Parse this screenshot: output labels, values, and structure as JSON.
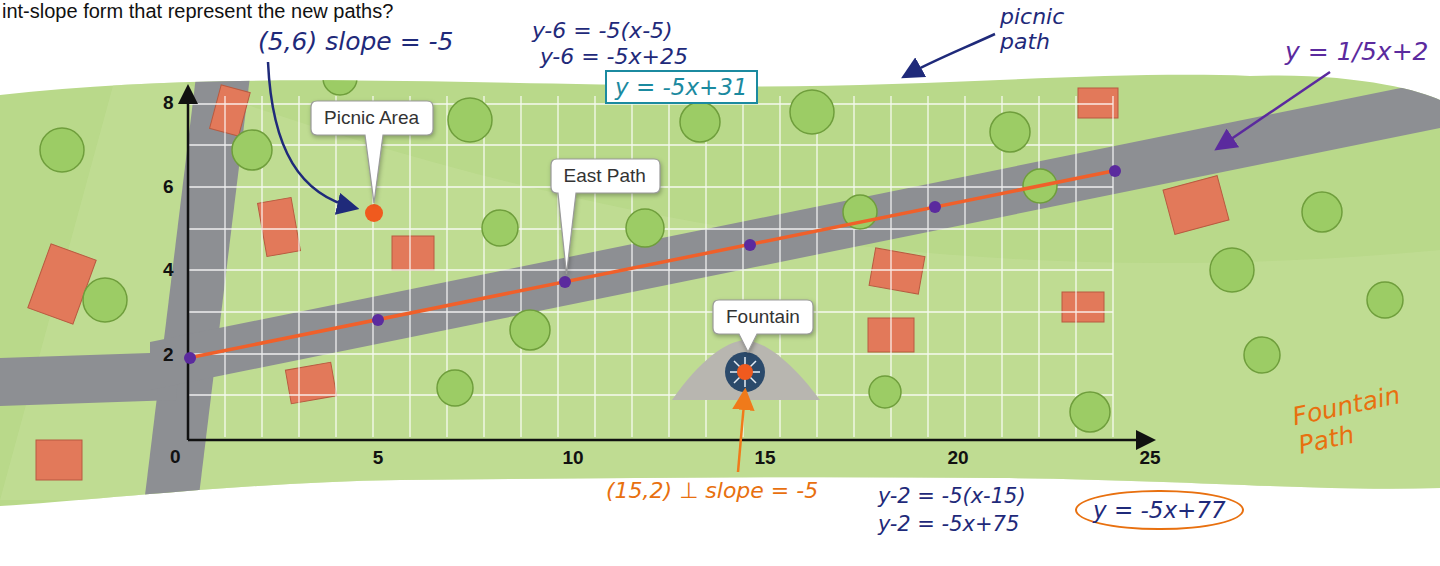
{
  "diagram": {
    "nodes": [
      {
        "text": [
          "Picnic Area"
        ]
      },
      {
        "text": [
          "East Path"
        ]
      },
      {
        "text": [
          "Fountain"
        ]
      }
    ],
    "labels": [
      "int-slope form that represent the new paths?",
      "8",
      "6",
      "4",
      "2",
      "0",
      "5",
      "10",
      "15",
      "20",
      "25",
      "(5,6) slope = -5",
      "y-6 = -5(x-5)",
      "y-6 = -5x+25",
      "y = -5x+31",
      "picnic path",
      "y = 1/5x+2",
      "(15,2) ⊥ slope = -5",
      "y-2 = -5(x-15)",
      "y-2 = -5x+75",
      "y = -5x+77",
      "Fountain Path"
    ]
  }
}
